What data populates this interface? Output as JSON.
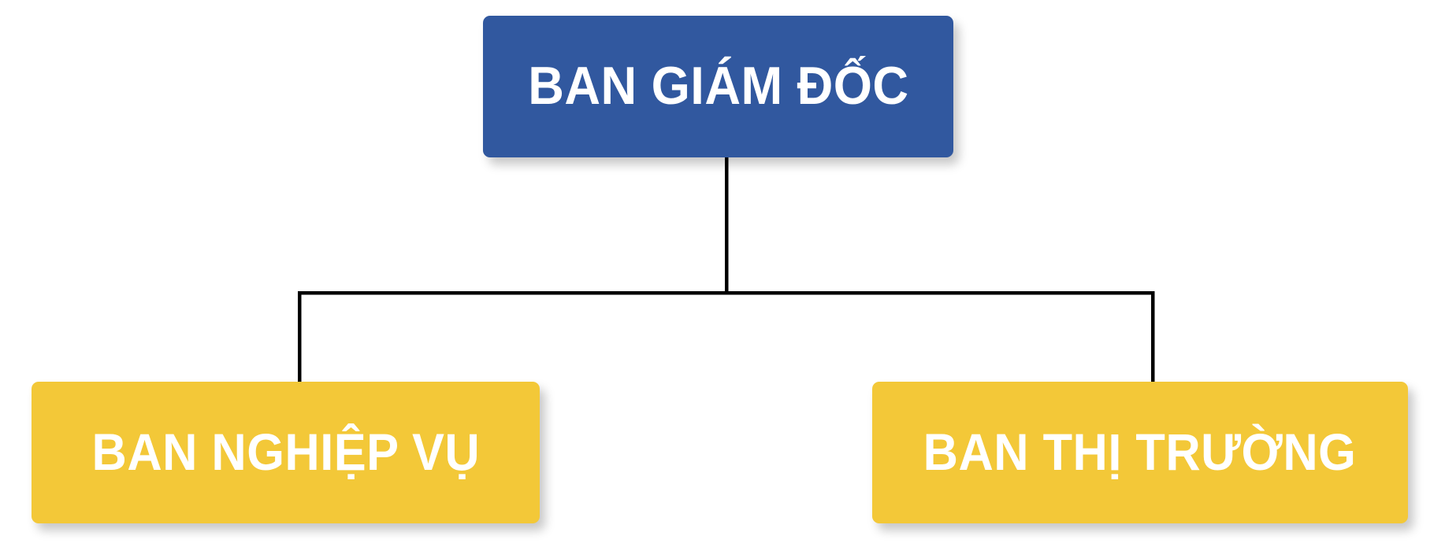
{
  "diagram": {
    "type": "organizational-chart",
    "orientation": "top-down",
    "language": "vi",
    "background_color": "#FFFFFF",
    "connector_color": "#000000"
  },
  "nodes": {
    "root": {
      "id": "ban-giam-doc",
      "label": "BAN GIÁM ĐỐC",
      "level": 1,
      "fill_color": "#31589F",
      "text_color": "#FFFFFF"
    },
    "children": [
      {
        "id": "ban-nghiep-vu",
        "label": "BAN NGHIỆP VỤ",
        "level": 2,
        "fill_color": "#F3C838",
        "text_color": "#FFFFFF"
      },
      {
        "id": "ban-thi-truong",
        "label": "BAN THỊ TRƯỜNG",
        "level": 2,
        "fill_color": "#F3C838",
        "text_color": "#FFFFFF"
      }
    ]
  },
  "connectors": [
    {
      "name": "root-stem",
      "from": "ban-giam-doc",
      "to": "bus-bar"
    },
    {
      "name": "bus-bar",
      "from": "left-branch",
      "to": "right-branch"
    },
    {
      "name": "left-branch",
      "from": "bus-bar",
      "to": "ban-nghiep-vu"
    },
    {
      "name": "right-branch",
      "from": "bus-bar",
      "to": "ban-thi-truong"
    }
  ]
}
